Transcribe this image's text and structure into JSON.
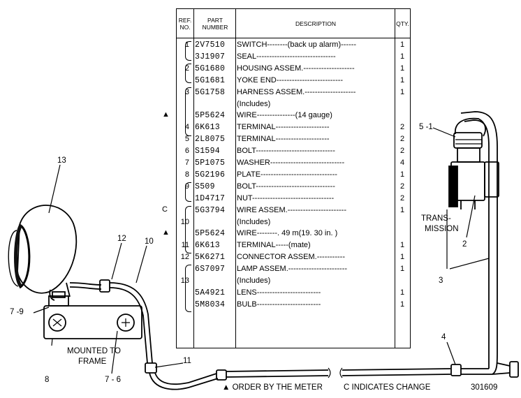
{
  "table": {
    "headers": {
      "ref": "REF. NO.",
      "part": "PART NUMBER",
      "desc": "DESCRIPTION",
      "qty": "QTY."
    },
    "rows": [
      {
        "ref": "1",
        "part": "2V7510",
        "desc": "SWITCH--------(back up alarm)------",
        "qty": "1",
        "mark": ""
      },
      {
        "ref": "",
        "part": "3J1907",
        "desc": "SEAL-------------------------------",
        "qty": "1",
        "mark": ""
      },
      {
        "ref": "2",
        "part": "5G1680",
        "desc": "HOUSING ASSEM.--------------------",
        "qty": "1",
        "mark": ""
      },
      {
        "ref": "",
        "part": "5G1681",
        "desc": "YOKE END--------------------------",
        "qty": "1",
        "mark": ""
      },
      {
        "ref": "3",
        "part": "5G1758",
        "desc": "HARNESS ASSEM.--------------------",
        "qty": "1",
        "mark": ""
      },
      {
        "ref": "",
        "part": "",
        "desc": "     (Includes)",
        "qty": "",
        "mark": ""
      },
      {
        "ref": "",
        "part": "5P5624",
        "desc": "     WIRE---------------(14 gauge)",
        "qty": "",
        "mark": "▲"
      },
      {
        "ref": "4",
        "part": "6K613",
        "desc": "     TERMINAL---------------------",
        "qty": "2",
        "mark": ""
      },
      {
        "ref": "5",
        "part": "2L8075",
        "desc": "     TERMINAL---------------------",
        "qty": "2",
        "mark": ""
      },
      {
        "ref": "6",
        "part": "S1594",
        "desc": "BOLT-------------------------------",
        "qty": "2",
        "mark": ""
      },
      {
        "ref": "7",
        "part": "5P1075",
        "desc": "WASHER-----------------------------",
        "qty": "4",
        "mark": ""
      },
      {
        "ref": "8",
        "part": "5G2196",
        "desc": "PLATE------------------------------",
        "qty": "1",
        "mark": ""
      },
      {
        "ref": "9",
        "part": "S509",
        "desc": "BOLT-------------------------------",
        "qty": "2",
        "mark": ""
      },
      {
        "ref": "",
        "part": "1D4717",
        "desc": "NUT--------------------------------",
        "qty": "2",
        "mark": ""
      },
      {
        "ref": "",
        "part": "5G3794",
        "desc": "WIRE ASSEM.-----------------------",
        "qty": "1",
        "mark": "C"
      },
      {
        "ref": "10",
        "part": "",
        "desc": "     (Includes)",
        "qty": "",
        "mark": ""
      },
      {
        "ref": "",
        "part": "5P5624",
        "desc": "     WIRE--------. 49 m(19. 30 in. )",
        "qty": "",
        "mark": "▲"
      },
      {
        "ref": "11",
        "part": "6K613",
        "desc": "     TERMINAL-----(mate)",
        "qty": "1",
        "mark": ""
      },
      {
        "ref": "12",
        "part": "5K6271",
        "desc": "     CONNECTOR ASSEM.-----------",
        "qty": "1",
        "mark": ""
      },
      {
        "ref": "",
        "part": "6S7097",
        "desc": "LAMP ASSEM.-----------------------",
        "qty": "1",
        "mark": ""
      },
      {
        "ref": "13",
        "part": "",
        "desc": "     (Includes)",
        "qty": "",
        "mark": ""
      },
      {
        "ref": "",
        "part": "5A4921",
        "desc": "     LENS-------------------------",
        "qty": "1",
        "mark": ""
      },
      {
        "ref": "",
        "part": "5M8034",
        "desc": "     BULB-------------------------",
        "qty": "1",
        "mark": ""
      }
    ]
  },
  "callouts": {
    "c13": "13",
    "c12": "12",
    "c10": "10",
    "c7_9": "7 -9",
    "c8": "8",
    "c7_6": "7 - 6",
    "c11": "11",
    "c5_1": "5 -1",
    "c2": "2",
    "c3": "3",
    "c4": "4",
    "mounted": "MOUNTED TO",
    "frame": "FRAME",
    "trans": "TRANS-",
    "mission": "MISSION"
  },
  "footer": {
    "order": "▲ ORDER BY THE METER",
    "change": "C INDICATES CHANGE",
    "number": "301609"
  }
}
